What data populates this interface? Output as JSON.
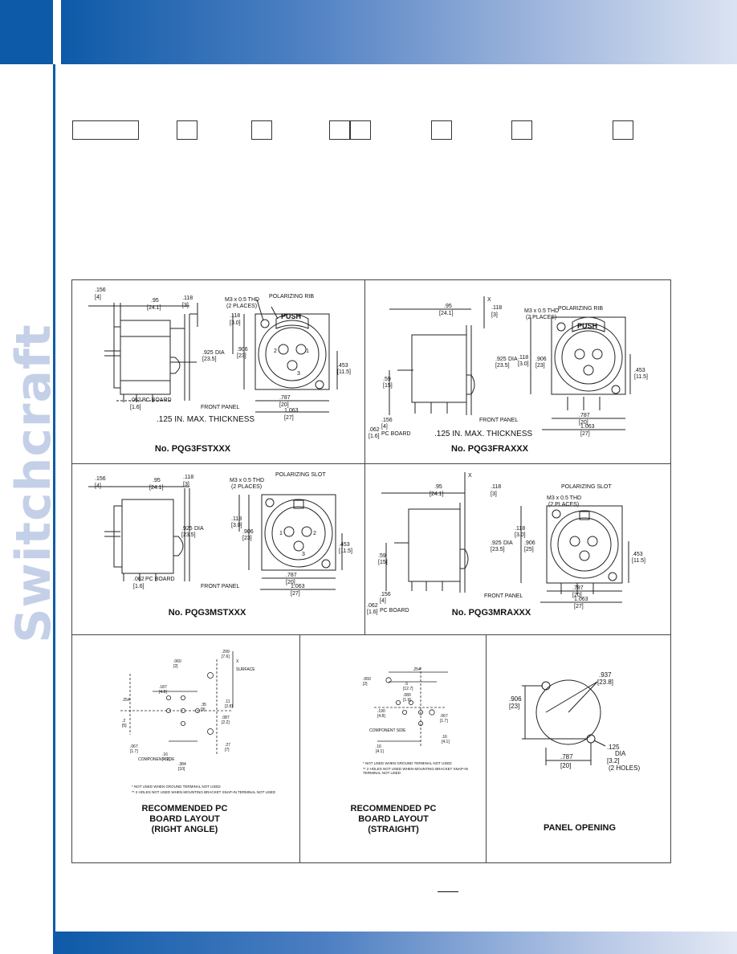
{
  "brand": {
    "name": "Switchcraft",
    "trademark": "®"
  },
  "panels": {
    "fst": {
      "label": "No. PQG3FSTXXX",
      "thickness": ".125 IN. MAX. THICKNESS",
      "dims": {
        "d156": ".156",
        "d4": "[4]",
        "d95": ".95",
        "d241": "[24.1]",
        "d118": ".118",
        "d3": "[3]",
        "thd": "M3 x 0.5 THD",
        "thd2": "(2 PLACES)",
        "rib": "POLARIZING RIB",
        "push": "PUSH",
        "d925": ".925",
        "dia": "DIA",
        "d235": "[23.5]",
        "d906": ".906",
        "d23": "[23]",
        "d453": ".453",
        "d115": "[11.5]",
        "d787": ".787",
        "d20": "[20]",
        "d1063": "1.063",
        "d27": "[27]",
        "d062": ".062",
        "pcb": "PC BOARD",
        "d16": "[1.6]",
        "front": "FRONT PANEL",
        "p1": "1",
        "p2": "2",
        "p3": "3",
        "d118b": ".118",
        "d30": "[3.0]"
      }
    },
    "fra": {
      "label": "No. PQG3FRAXXX",
      "thickness": ".125 IN. MAX. THICKNESS",
      "dims": {
        "d95": ".95",
        "d241": "[24.1]",
        "d118": ".118",
        "d3": "[3]",
        "thd": "M3 x 0.5 THD",
        "thd2": "(2 PLACES)",
        "rib": "POLARIZING RIB",
        "push": "PUSH",
        "d925": ".925",
        "dia": "DIA",
        "d235": "[23.5]",
        "d906": ".906",
        "d23": "[23]",
        "d453": ".453",
        "d115": "[11.5]",
        "d787": ".787",
        "d20": "[20]",
        "d1063": "1.063",
        "d27": "[27]",
        "d59": ".59",
        "d15": "[15]",
        "d156": ".156",
        "d4": "[4]",
        "d062": ".062",
        "pcb": "PC BOARD",
        "d16": "[1.6]",
        "front": "FRONT PANEL",
        "x": "X",
        "d118b": ".118",
        "d30": "[3.0]"
      }
    },
    "mst": {
      "label": "No. PQG3MSTXXX",
      "dims": {
        "d156": ".156",
        "d4": "[4]",
        "d95": ".95",
        "d241": "[24.1]",
        "d118": ".118",
        "d3": "[3]",
        "thd": "M3 x 0.5 THD",
        "thd2": "(2 PLACES)",
        "slot": "POLARIZING SLOT",
        "d925": ".925",
        "dia": "DIA",
        "d235": "[23.5]",
        "d906": ".906",
        "d23": "[23]",
        "d453": ".453",
        "d115": "[11.5]",
        "d787": ".787",
        "d20": "[20]",
        "d1063": "1.063",
        "d27": "[27]",
        "d062": ".062",
        "pcb": "PC BOARD",
        "d16": "[1.6]",
        "front": "FRONT PANEL",
        "p1": "1",
        "p2": "2",
        "p3": "3",
        "d118b": ".118",
        "d30": "[3.0]"
      }
    },
    "mra": {
      "label": "No. PQG3MRAXXX",
      "dims": {
        "d95": ".95",
        "d241": "[24.1]",
        "d118": ".118",
        "d3": "[3]",
        "thd": "M3 x 0.5 THD",
        "thd2": "(2 PLACES)",
        "slot": "POLARIZING SLOT",
        "d925": ".925",
        "dia": "DIA",
        "d235": "[23.5]",
        "d906": ".906",
        "d25": "[25]",
        "d453": ".453",
        "d115": "[11.5]",
        "d787": ".787",
        "d20": "[20]",
        "d1063": "1.063",
        "d27": "[27]",
        "d59": ".59",
        "d15": "[15]",
        "d156": ".156",
        "d4": "[4]",
        "d062": ".062",
        "pcb": "PC BOARD",
        "d16": "[1.6]",
        "front": "FRONT PANEL",
        "x": "X",
        "d118b": ".118",
        "d30": "[3.0]"
      }
    },
    "pcb_ra": {
      "label": "RECOMMENDED PC\nBOARD LAYOUT\n(RIGHT ANGLE)",
      "note1": "* NOT USED WHEN GROUND TERMINAL NOT USED",
      "note2": "** 2 HOLES NOT USED WHEN MOUNTING BRACKET SNAP-IN TERMINAL NOT USED",
      "component": "COMPONENT SIDE",
      "surface": "SURFACE",
      "x": "X",
      "dims": {
        "a": ".060",
        "b": "[2]",
        "c": ".299",
        "d": "[7.6]",
        "e": ".254",
        "f": ".2",
        "g": "[5]",
        "h": ".187",
        "i": "[4.8]",
        "j": ".087",
        "k": "[2.2]",
        "l": ".35",
        "m": "[9]",
        "n": ".11",
        "o": "[2.8]",
        "p": ".27",
        "q": "[7]",
        "r": ".384",
        "s": "[10]",
        "t": ".16",
        "u": "[4.1]",
        "v": ".067",
        "w": "[1.7]"
      }
    },
    "pcb_st": {
      "label": "RECOMMENDED PC\nBOARD LAYOUT\n(STRAIGHT)",
      "note1": "* NOT USED WHEN GROUND TERMINAL NOT USED",
      "note2": "** 2 HOLES NOT USED WHEN MOUNTING BRACKET SNAP-IN TERMINAL NOT USED",
      "component": "COMPONENT SIDE",
      "dims": {
        "a": ".060",
        "b": "[2]",
        "c": ".254",
        "d": ".5",
        "e": "[12.7]",
        "f": ".080",
        "g": "[1.9]",
        "h": ".190",
        "i": "[4.8]",
        "j": ".067",
        "k": "[1.7]",
        "l": ".16",
        "m": "[4.1]",
        "n": ".16",
        "o": "[4.1]"
      }
    },
    "panel_open": {
      "label": "PANEL OPENING",
      "dims": {
        "d937": ".937",
        "d238": "[23.8]",
        "d906": ".906",
        "d23": "[23]",
        "d125": ".125",
        "dia": "DIA",
        "d32": "[3.2]",
        "holes": "(2 HOLES)",
        "d787": ".787",
        "d20": "[20]"
      }
    }
  }
}
